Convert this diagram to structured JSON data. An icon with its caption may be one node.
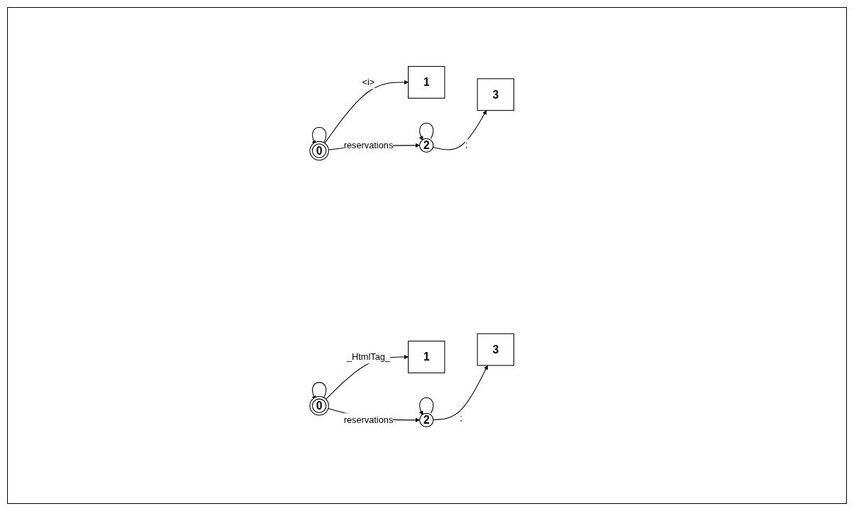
{
  "diagram": {
    "nodes": [
      {
        "text": [
          "0"
        ]
      },
      {
        "text": [
          "1"
        ]
      },
      {
        "text": [
          "2"
        ]
      },
      {
        "text": [
          "3"
        ]
      },
      {
        "text": [
          "0"
        ]
      },
      {
        "text": [
          "1"
        ]
      },
      {
        "text": [
          "2"
        ]
      },
      {
        "text": [
          "3"
        ]
      }
    ],
    "edges": [
      {
        "from": 0,
        "to": 0,
        "arrow": "to"
      },
      {
        "from": 0,
        "to": 1,
        "arrow": "to",
        "label": "<i>"
      },
      {
        "from": 0,
        "to": 2,
        "arrow": "to",
        "label": "reservations"
      },
      {
        "from": 2,
        "to": 2,
        "arrow": "to"
      },
      {
        "from": 2,
        "to": 3,
        "arrow": "to",
        "label": ";"
      },
      {
        "from": 4,
        "to": 4,
        "arrow": "to"
      },
      {
        "from": 4,
        "to": 5,
        "arrow": "to",
        "label": "_HtmlTag_"
      },
      {
        "from": 4,
        "to": 6,
        "arrow": "to",
        "label": "reservations"
      },
      {
        "from": 6,
        "to": 6,
        "arrow": "to"
      },
      {
        "from": 6,
        "to": 7,
        "arrow": "to",
        "label": ";"
      }
    ]
  }
}
